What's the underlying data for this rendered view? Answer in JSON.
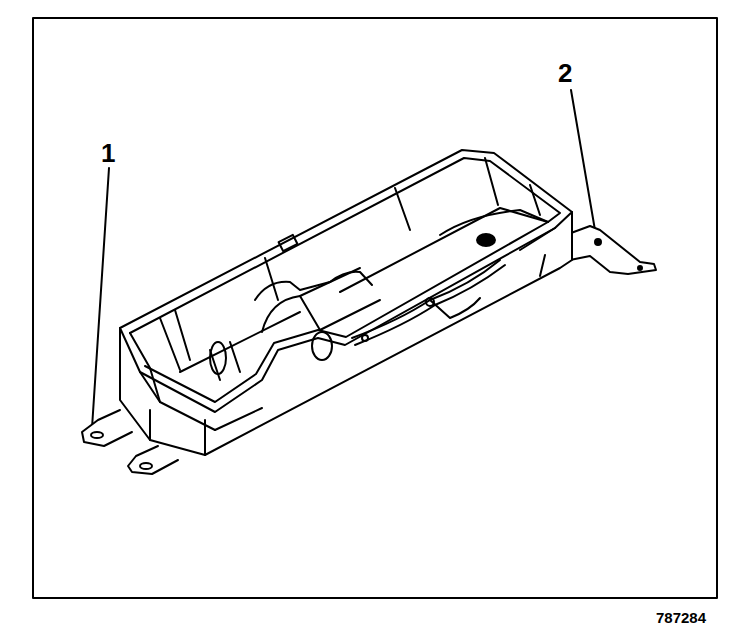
{
  "diagram": {
    "labels": [
      "1",
      "2",
      "787284"
    ]
  }
}
